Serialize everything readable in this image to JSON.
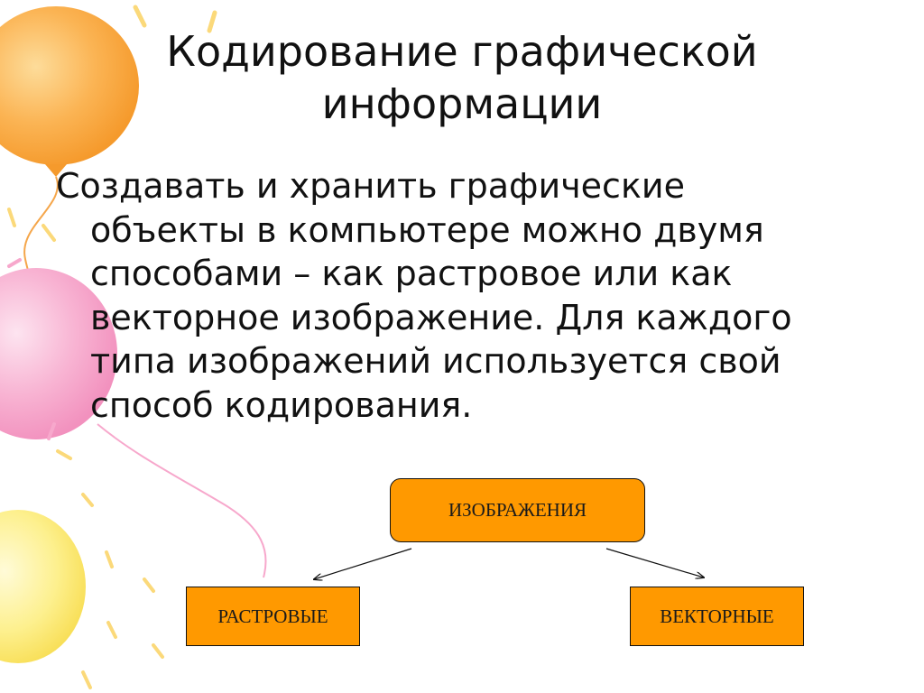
{
  "slide": {
    "title": "Кодирование графической информации",
    "body_first_line": "Создавать и хранить графические",
    "body_rest": "объекты в компьютере можно двумя способами – как растровое или как векторное изображение. Для каждого типа изображений используется свой способ кодирования."
  },
  "diagram": {
    "root": "ИЗОБРАЖЕНИЯ",
    "left": "РАСТРОВЫЕ",
    "right": "ВЕКТОРНЫЕ"
  },
  "colors": {
    "box_fill": "#ff9900",
    "balloon_orange": "#f9a23a",
    "balloon_pink": "#f7a8cc",
    "balloon_yellow": "#fbe86a"
  }
}
